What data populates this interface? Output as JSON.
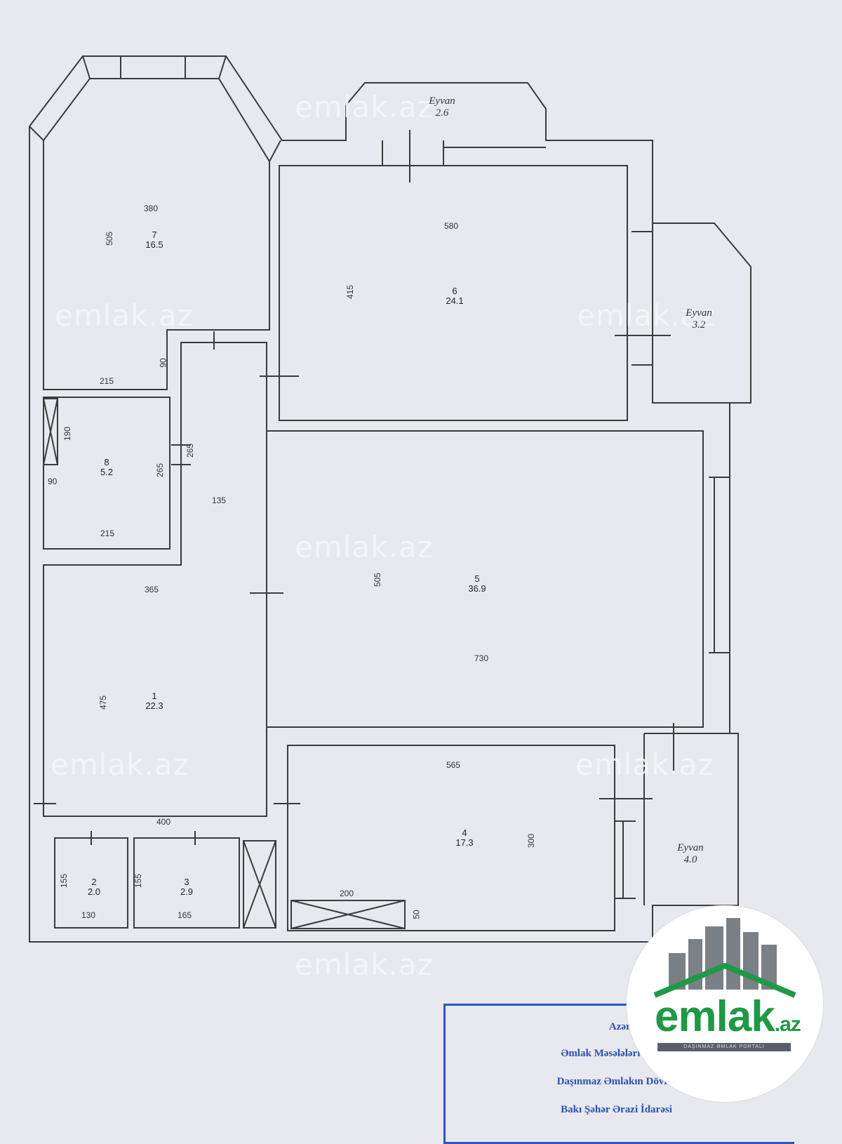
{
  "watermark": "emlak.az",
  "rooms": [
    {
      "key": "r7",
      "number": "7",
      "area": "16.5"
    },
    {
      "key": "r6",
      "number": "6",
      "area": "24.1"
    },
    {
      "key": "r8",
      "number": "8",
      "area": "5.2"
    },
    {
      "key": "r5",
      "number": "5",
      "area": "36.9"
    },
    {
      "key": "r1",
      "number": "1",
      "area": "22.3"
    },
    {
      "key": "r4",
      "number": "4",
      "area": "17.3"
    },
    {
      "key": "r2",
      "number": "2",
      "area": "2.0"
    },
    {
      "key": "r3",
      "number": "3",
      "area": "2.9"
    }
  ],
  "balconies": [
    {
      "label": "Eyvan",
      "area": "2.6"
    },
    {
      "label": "Eyvan",
      "area": "3.2"
    },
    {
      "label": "Eyvan",
      "area": "4.0"
    }
  ],
  "dimensions": {
    "r7_w": "380",
    "r7_h": "505",
    "r7_b": "215",
    "r7_s": "90",
    "r6_w": "580",
    "r6_h": "415",
    "r8_h1": "190",
    "r8_s": "90",
    "r8_h2": "265",
    "r8_h3": "265",
    "r8_w": "215",
    "corr_w": "135",
    "r1_w": "365",
    "r1_h": "475",
    "r1_b": "400",
    "r5_h": "505",
    "r5_w": "730",
    "r4_w": "565",
    "r4_h": "300",
    "r4_b": "200",
    "r4_s": "50",
    "r2_h": "155",
    "r2_w": "130",
    "r3_h": "155",
    "r3_w": "165"
  },
  "stamp": {
    "line1": "Azərbaycan R",
    "line2": "Əmlak Məsələləri Dövlət",
    "line3": "Daşınmaz Əmlakın Dövlət Re",
    "line4": "Bakı Şəhər Ərazi İdarəsi"
  },
  "logo": {
    "text": "emlak",
    "suffix": ".az",
    "tagline": "DAŞINMAZ ƏMLAK PORTALI"
  }
}
